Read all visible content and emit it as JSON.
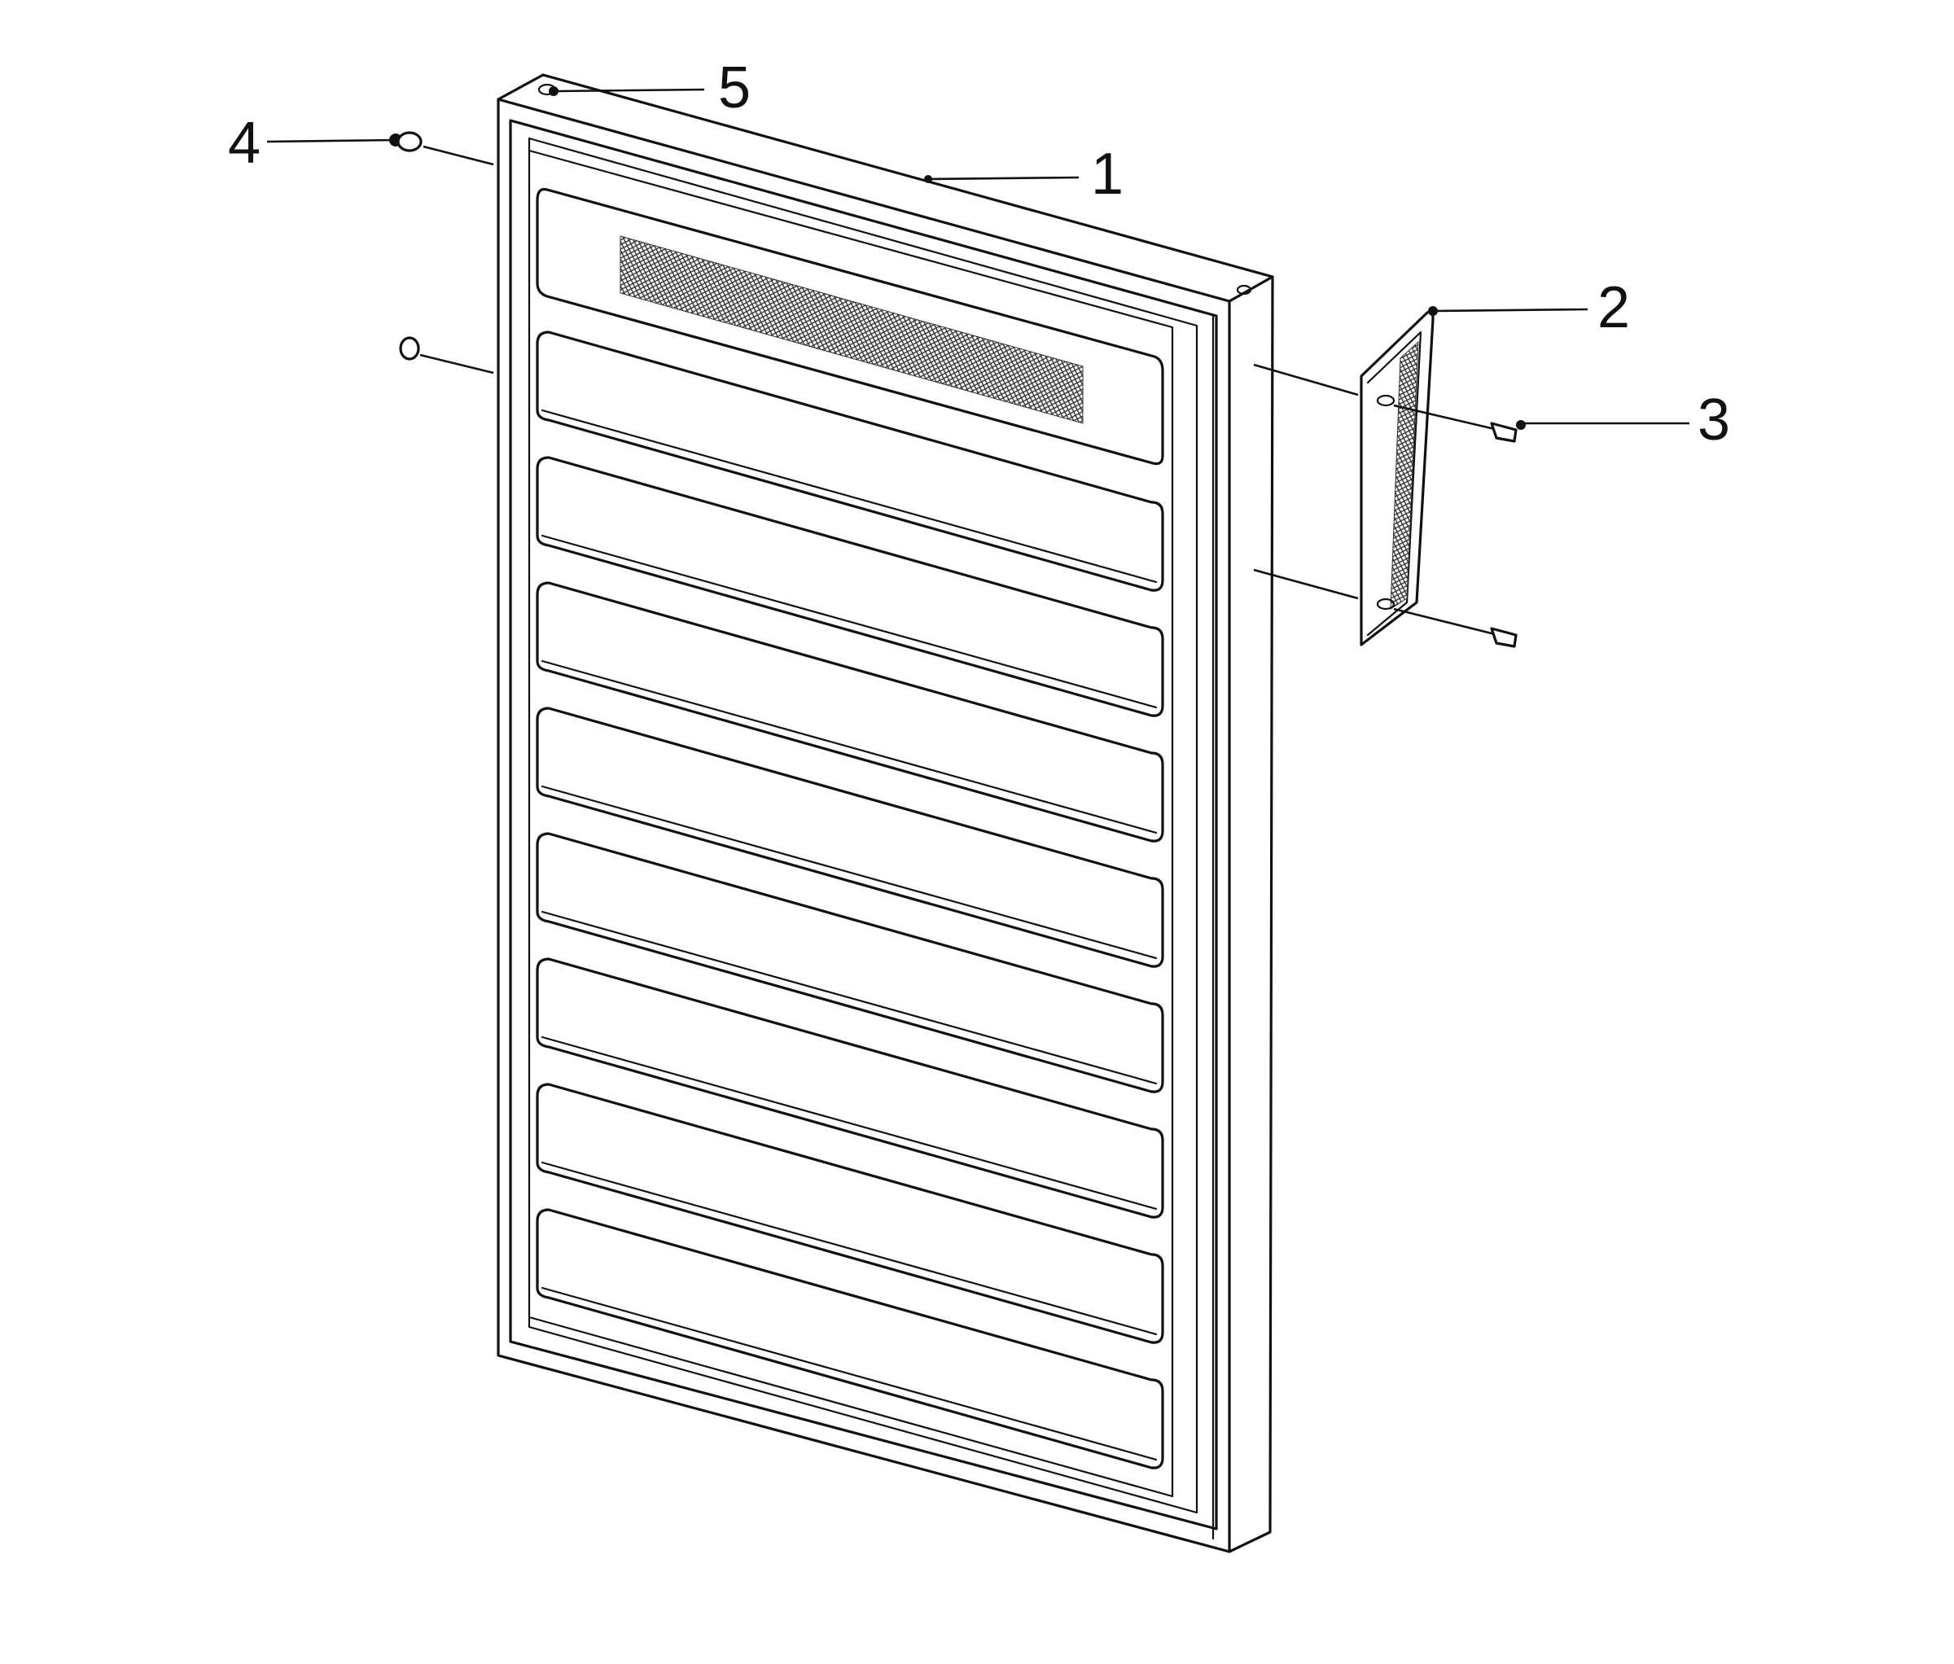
{
  "diagram": {
    "callouts": [
      {
        "id": "1",
        "label": "1"
      },
      {
        "id": "2",
        "label": "2"
      },
      {
        "id": "3",
        "label": "3"
      },
      {
        "id": "4",
        "label": "4"
      },
      {
        "id": "5",
        "label": "5"
      }
    ],
    "colors": {
      "line": "#111111",
      "background": "#ffffff",
      "hatch": "#555555"
    }
  }
}
